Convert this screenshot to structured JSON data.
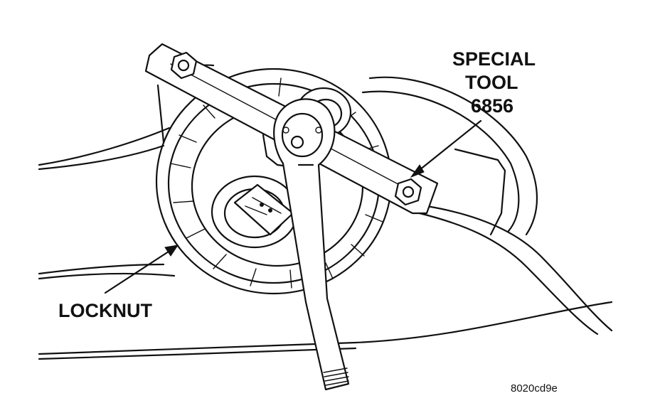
{
  "labels": {
    "special_tool_line1": "SPECIAL",
    "special_tool_line2": "TOOL",
    "special_tool_line3": "6856",
    "locknut": "LOCKNUT",
    "figure_id": "8020cd9e"
  },
  "colors": {
    "ink": "#111111",
    "background": "#ffffff"
  }
}
